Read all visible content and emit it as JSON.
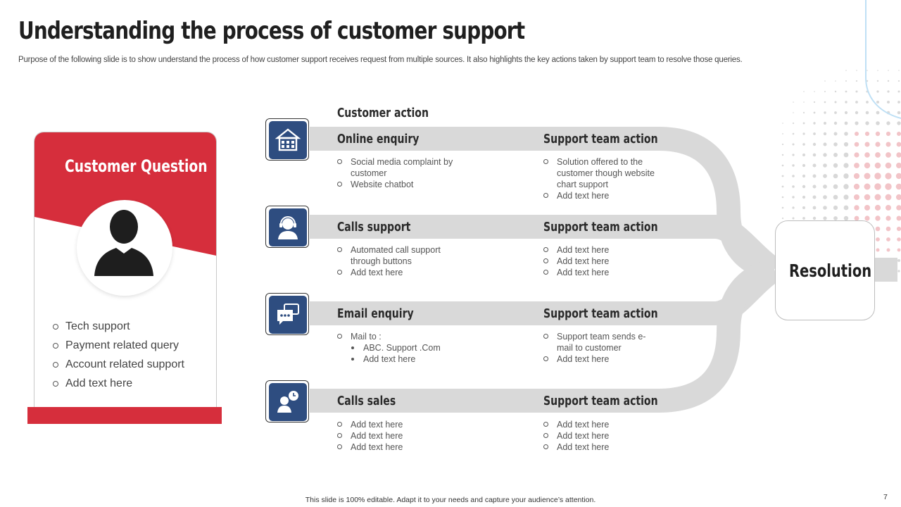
{
  "slide": {
    "title": "Understanding the process of customer support",
    "subtitle": "Purpose of the following slide is to show understand the process of how customer support receives request from multiple sources. It also highlights the key actions taken by support team to resolve those queries.",
    "footer": "This slide is 100% editable. Adapt it to your needs and capture your audience’s attention.",
    "page_number": "7"
  },
  "colors": {
    "accent_red": "#d62e3c",
    "icon_blue": "#2e4d80",
    "band_gray": "#d9d9d9"
  },
  "question_card": {
    "title": "Customer Question",
    "items": [
      "Tech support",
      "Payment related query",
      "Account related support",
      "Add text here"
    ]
  },
  "customer_action_label": "Customer  action",
  "rows": [
    {
      "icon": "building-icon",
      "title": "Online enquiry",
      "items": [
        {
          "text": "Social media complaint by customer"
        },
        {
          "text": "Website chatbot"
        }
      ],
      "support_title": "Support team action",
      "support_items": [
        "Solution offered  to the customer though website chart support",
        "Add text here"
      ]
    },
    {
      "icon": "headset-person-icon",
      "title": "Calls support",
      "items": [
        {
          "text": "Automated call support through buttons"
        },
        {
          "text": "Add text here"
        }
      ],
      "support_title": "Support team action",
      "support_items": [
        "Add text here",
        "Add text here",
        "Add text here"
      ]
    },
    {
      "icon": "chat-bubbles-icon",
      "title": "Email enquiry",
      "items": [
        {
          "text": "Mail to :"
        },
        {
          "text": "ABC. Support .Com",
          "sub": true
        },
        {
          "text": "Add text here",
          "sub": true
        }
      ],
      "support_title": "Support team action",
      "support_items": [
        "Support team sends e-mail to customer",
        "Add text here"
      ]
    },
    {
      "icon": "person-clock-icon",
      "title": "Calls sales",
      "items": [
        {
          "text": "Add text here"
        },
        {
          "text": "Add text here"
        },
        {
          "text": "Add text here"
        }
      ],
      "support_title": "Support team action",
      "support_items": [
        "Add text here",
        "Add text here",
        "Add text here"
      ]
    }
  ],
  "resolution_label": "Resolution"
}
